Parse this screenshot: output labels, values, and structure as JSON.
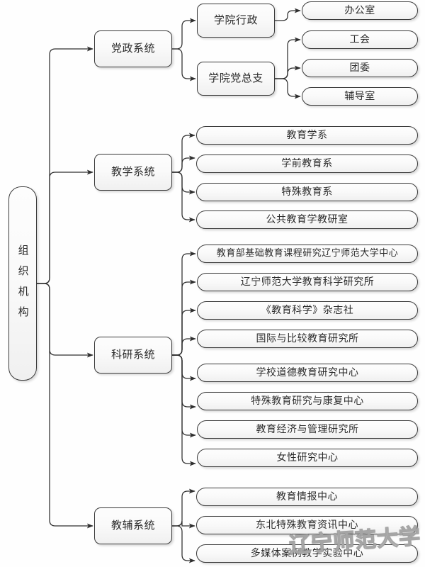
{
  "diagram": {
    "title": "组织机构",
    "watermark": "辽宁师范大学",
    "root": {
      "label": "组织机构"
    },
    "branches": [
      {
        "id": "party",
        "label": "党政系统",
        "children": [
          {
            "id": "college-admin",
            "label": "学院行政",
            "children": [
              {
                "id": "office",
                "label": "办公室"
              }
            ]
          },
          {
            "id": "party-branch",
            "label": "学院党总支",
            "children": [
              {
                "id": "union",
                "label": "工会"
              },
              {
                "id": "youth-league",
                "label": "团委"
              },
              {
                "id": "counselor-office",
                "label": "辅导室"
              }
            ]
          }
        ]
      },
      {
        "id": "teaching",
        "label": "教学系统",
        "children": [
          {
            "id": "dept-education",
            "label": "教育学系"
          },
          {
            "id": "dept-preschool",
            "label": "学前教育系"
          },
          {
            "id": "dept-special",
            "label": "特殊教育系"
          },
          {
            "id": "public-pedagogy-office",
            "label": "公共教育学教研室"
          }
        ]
      },
      {
        "id": "research",
        "label": "科研系统",
        "children": [
          {
            "id": "moe-basic-edu-center",
            "label": "教育部基础教育课程研究辽宁师范大学中心"
          },
          {
            "id": "lnnu-edu-science-institute",
            "label": "辽宁师范大学教育科学研究所"
          },
          {
            "id": "edu-science-journal",
            "label": "《教育科学》杂志社"
          },
          {
            "id": "intl-comparative-institute",
            "label": "国际与比较教育研究所"
          },
          {
            "id": "school-moral-edu-center",
            "label": "学校道德教育研究中心"
          },
          {
            "id": "special-edu-rehab-center",
            "label": "特殊教育研究与康复中心"
          },
          {
            "id": "edu-econ-mgmt-institute",
            "label": "教育经济与管理研究所"
          },
          {
            "id": "womens-studies-center",
            "label": "女性研究中心"
          }
        ]
      },
      {
        "id": "support",
        "label": "教辅系统",
        "children": [
          {
            "id": "edu-info-center",
            "label": "教育情报中心"
          },
          {
            "id": "northeast-special-edu-info-center",
            "label": "东北特殊教育资讯中心"
          },
          {
            "id": "multimedia-case-teaching-lab",
            "label": "多媒体案例教学实验中心"
          }
        ]
      }
    ],
    "colors": {
      "stroke": "#3a3a3a",
      "node_fill_top": "#fdfdfd",
      "node_fill_bottom": "#f0f0f0",
      "text": "#2b2b2b",
      "background": "#fefefe"
    }
  }
}
